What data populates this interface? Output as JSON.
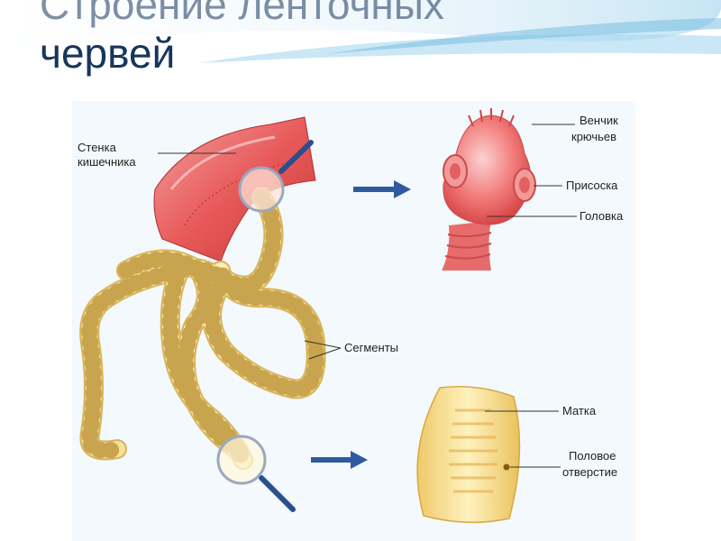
{
  "slide": {
    "title_line1": "Строение ленточных",
    "title_line2": "червей"
  },
  "labels": {
    "intestine_wall_1": "Стенка",
    "intestine_wall_2": "кишечника",
    "hooks_1": "Венчик",
    "hooks_2": "крючьев",
    "sucker": "Присоска",
    "head": "Головка",
    "segments": "Сегменты",
    "uterus": "Матка",
    "genital_1": "Половое",
    "genital_2": "отверстие"
  }
}
